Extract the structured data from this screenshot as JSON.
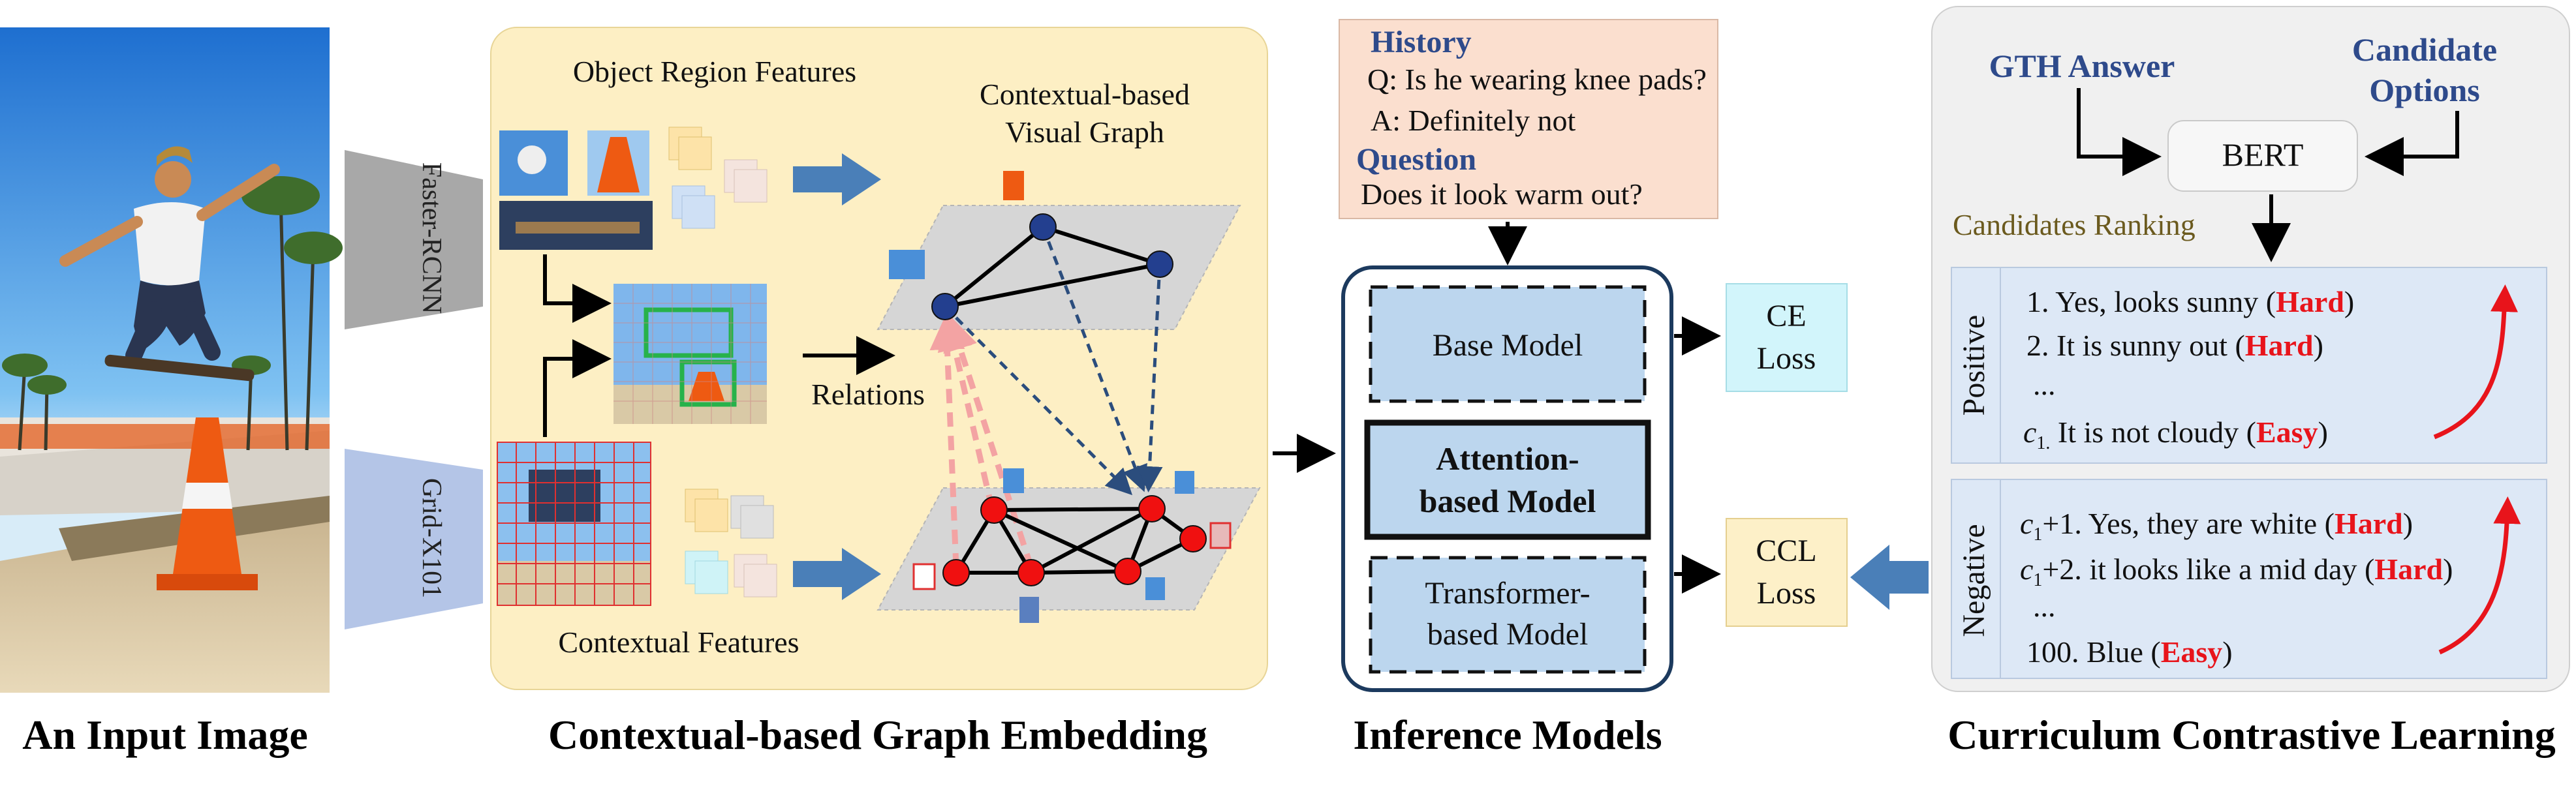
{
  "input_section": {
    "caption": "An Input Image",
    "backbone_top": "Faster-RCNN",
    "backbone_bottom": "Grid-X101"
  },
  "graph_section": {
    "caption": "Contextual-based Graph Embedding",
    "object_region_label": "Object Region Features",
    "contextual_label": "Contextual Features",
    "graph_title_line1": "Contextual-based",
    "graph_title_line2": "Visual Graph",
    "relations_label": "Relations"
  },
  "inference_section": {
    "caption": "Inference Models",
    "history_title": "History",
    "history_q": "Q: Is he wearing knee pads?",
    "history_a": "A: Definitely not",
    "question_title": "Question",
    "question_text": "Does it look warm out?",
    "base_model": "Base Model",
    "attention_model_line1": "Attention-",
    "attention_model_line2": "based Model",
    "transformer_model_line1": "Transformer-",
    "transformer_model_line2": "based Model",
    "ce_loss_line1": "CE",
    "ce_loss_line2": "Loss",
    "ccl_loss_line1": "CCL",
    "ccl_loss_line2": "Loss"
  },
  "curriculum_section": {
    "caption": "Curriculum Contrastive Learning",
    "gth_answer": "GTH Answer",
    "candidate_line1": "Candidate",
    "candidate_line2": "Options",
    "bert": "BERT",
    "ranking_label": "Candidates Ranking",
    "positive_label": "Positive",
    "negative_label": "Negative",
    "hard": "Hard",
    "easy": "Easy",
    "pos1_text": "1. Yes, looks sunny (",
    "pos2_text": "2. It is sunny out (",
    "pos_ellipsis": "...",
    "pos_c_main": "c",
    "pos_c_sub": "1.",
    "pos_last_text": " It is not cloudy (",
    "neg_c_main": "c",
    "neg_c_sub": "1",
    "neg1_text": "+1. Yes, they are white (",
    "neg2_text": "+2. it looks like a mid day (",
    "neg_ellipsis": "...",
    "neg_last_text": "100. Blue (",
    "close_paren": ")"
  },
  "colors": {
    "title_blue": "#2e4a8b",
    "hard_red": "#e8141b",
    "graph_panel": "#fdefc4",
    "text_box_peach": "#fbdfcf",
    "model_blue": "#bcd6ee",
    "ce_cyan": "#d2f5fb",
    "ccl_yellow": "#fdf0c8",
    "curriculum_gray": "#f0f0f0",
    "list_blue": "#dde8f6",
    "big_arrow": "#4a7fb8",
    "ranking_text": "#6b5a1e"
  }
}
